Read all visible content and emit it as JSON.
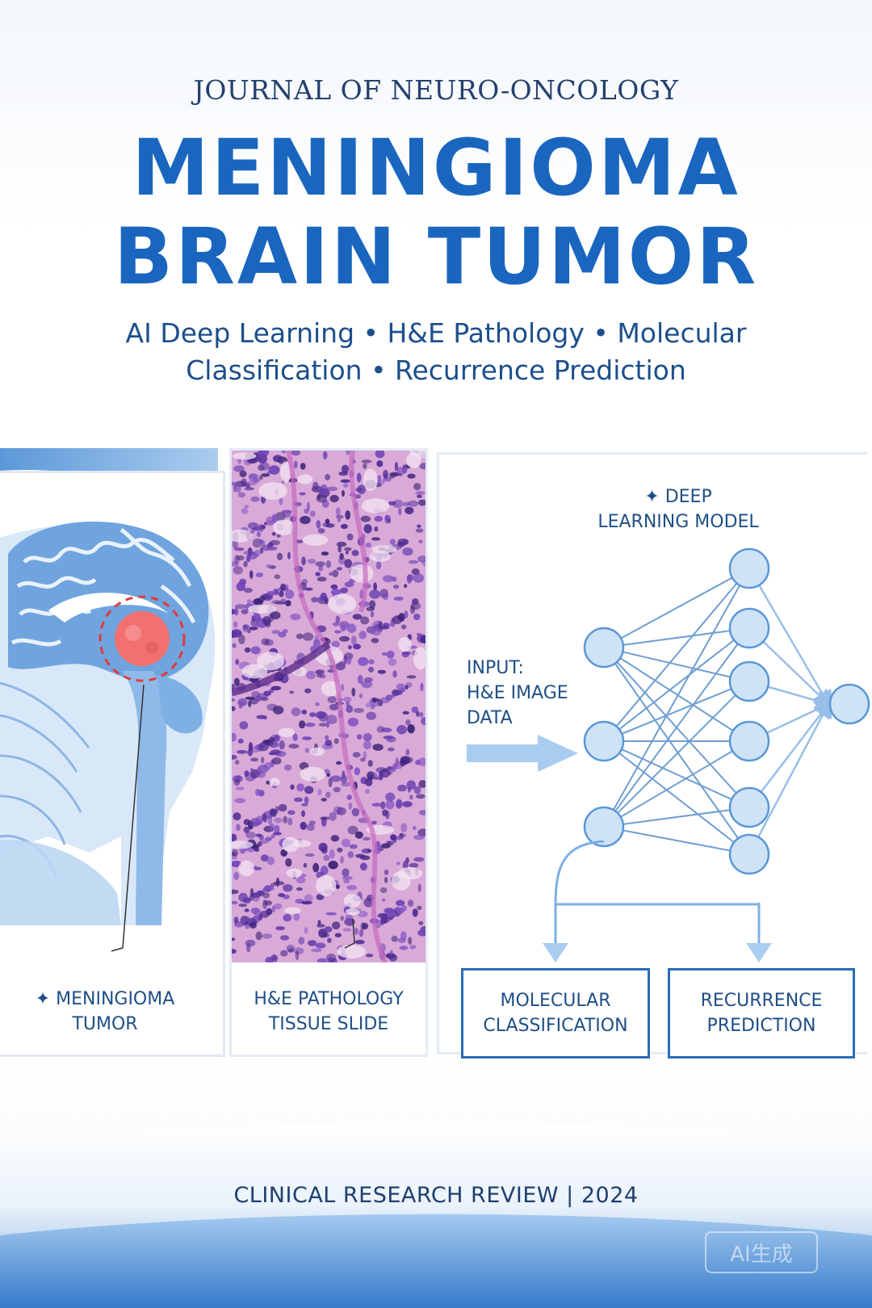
{
  "journal": "JOURNAL OF NEURO-ONCOLOGY",
  "title": {
    "line1": "MENINGIOMA",
    "line2": "BRAIN TUMOR"
  },
  "subtitle": {
    "line1": "AI Deep Learning • H&E Pathology • Molecular",
    "line2": "Classification • Recurrence Prediction"
  },
  "panels": {
    "brain": {
      "caption_line1": "✦ MENINGIOMA",
      "caption_line2": "TUMOR"
    },
    "slide": {
      "caption_line1": "H&E PATHOLOGY",
      "caption_line2": "TISSUE SLIDE"
    },
    "model": {
      "title_line1": "✦ DEEP",
      "title_line2": "LEARNING MODEL",
      "input_line1": "INPUT:",
      "input_line2": "H&E IMAGE",
      "input_line3": "DATA"
    }
  },
  "outputs": {
    "molecular": {
      "line1": "MOLECULAR",
      "line2": "CLASSIFICATION"
    },
    "recurrence": {
      "line1": "RECURRENCE",
      "line2": "PREDICTION"
    }
  },
  "footer": "CLINICAL RESEARCH REVIEW | 2024",
  "watermark": "AI生成",
  "colors": {
    "title_blue": "#1a66bf",
    "navy_text": "#1f4f86",
    "light_blue": "#a9cdef",
    "tumor_red": "#f26b6b",
    "he_purple": "#7a4fb0",
    "he_pink": "#d98fcf"
  }
}
